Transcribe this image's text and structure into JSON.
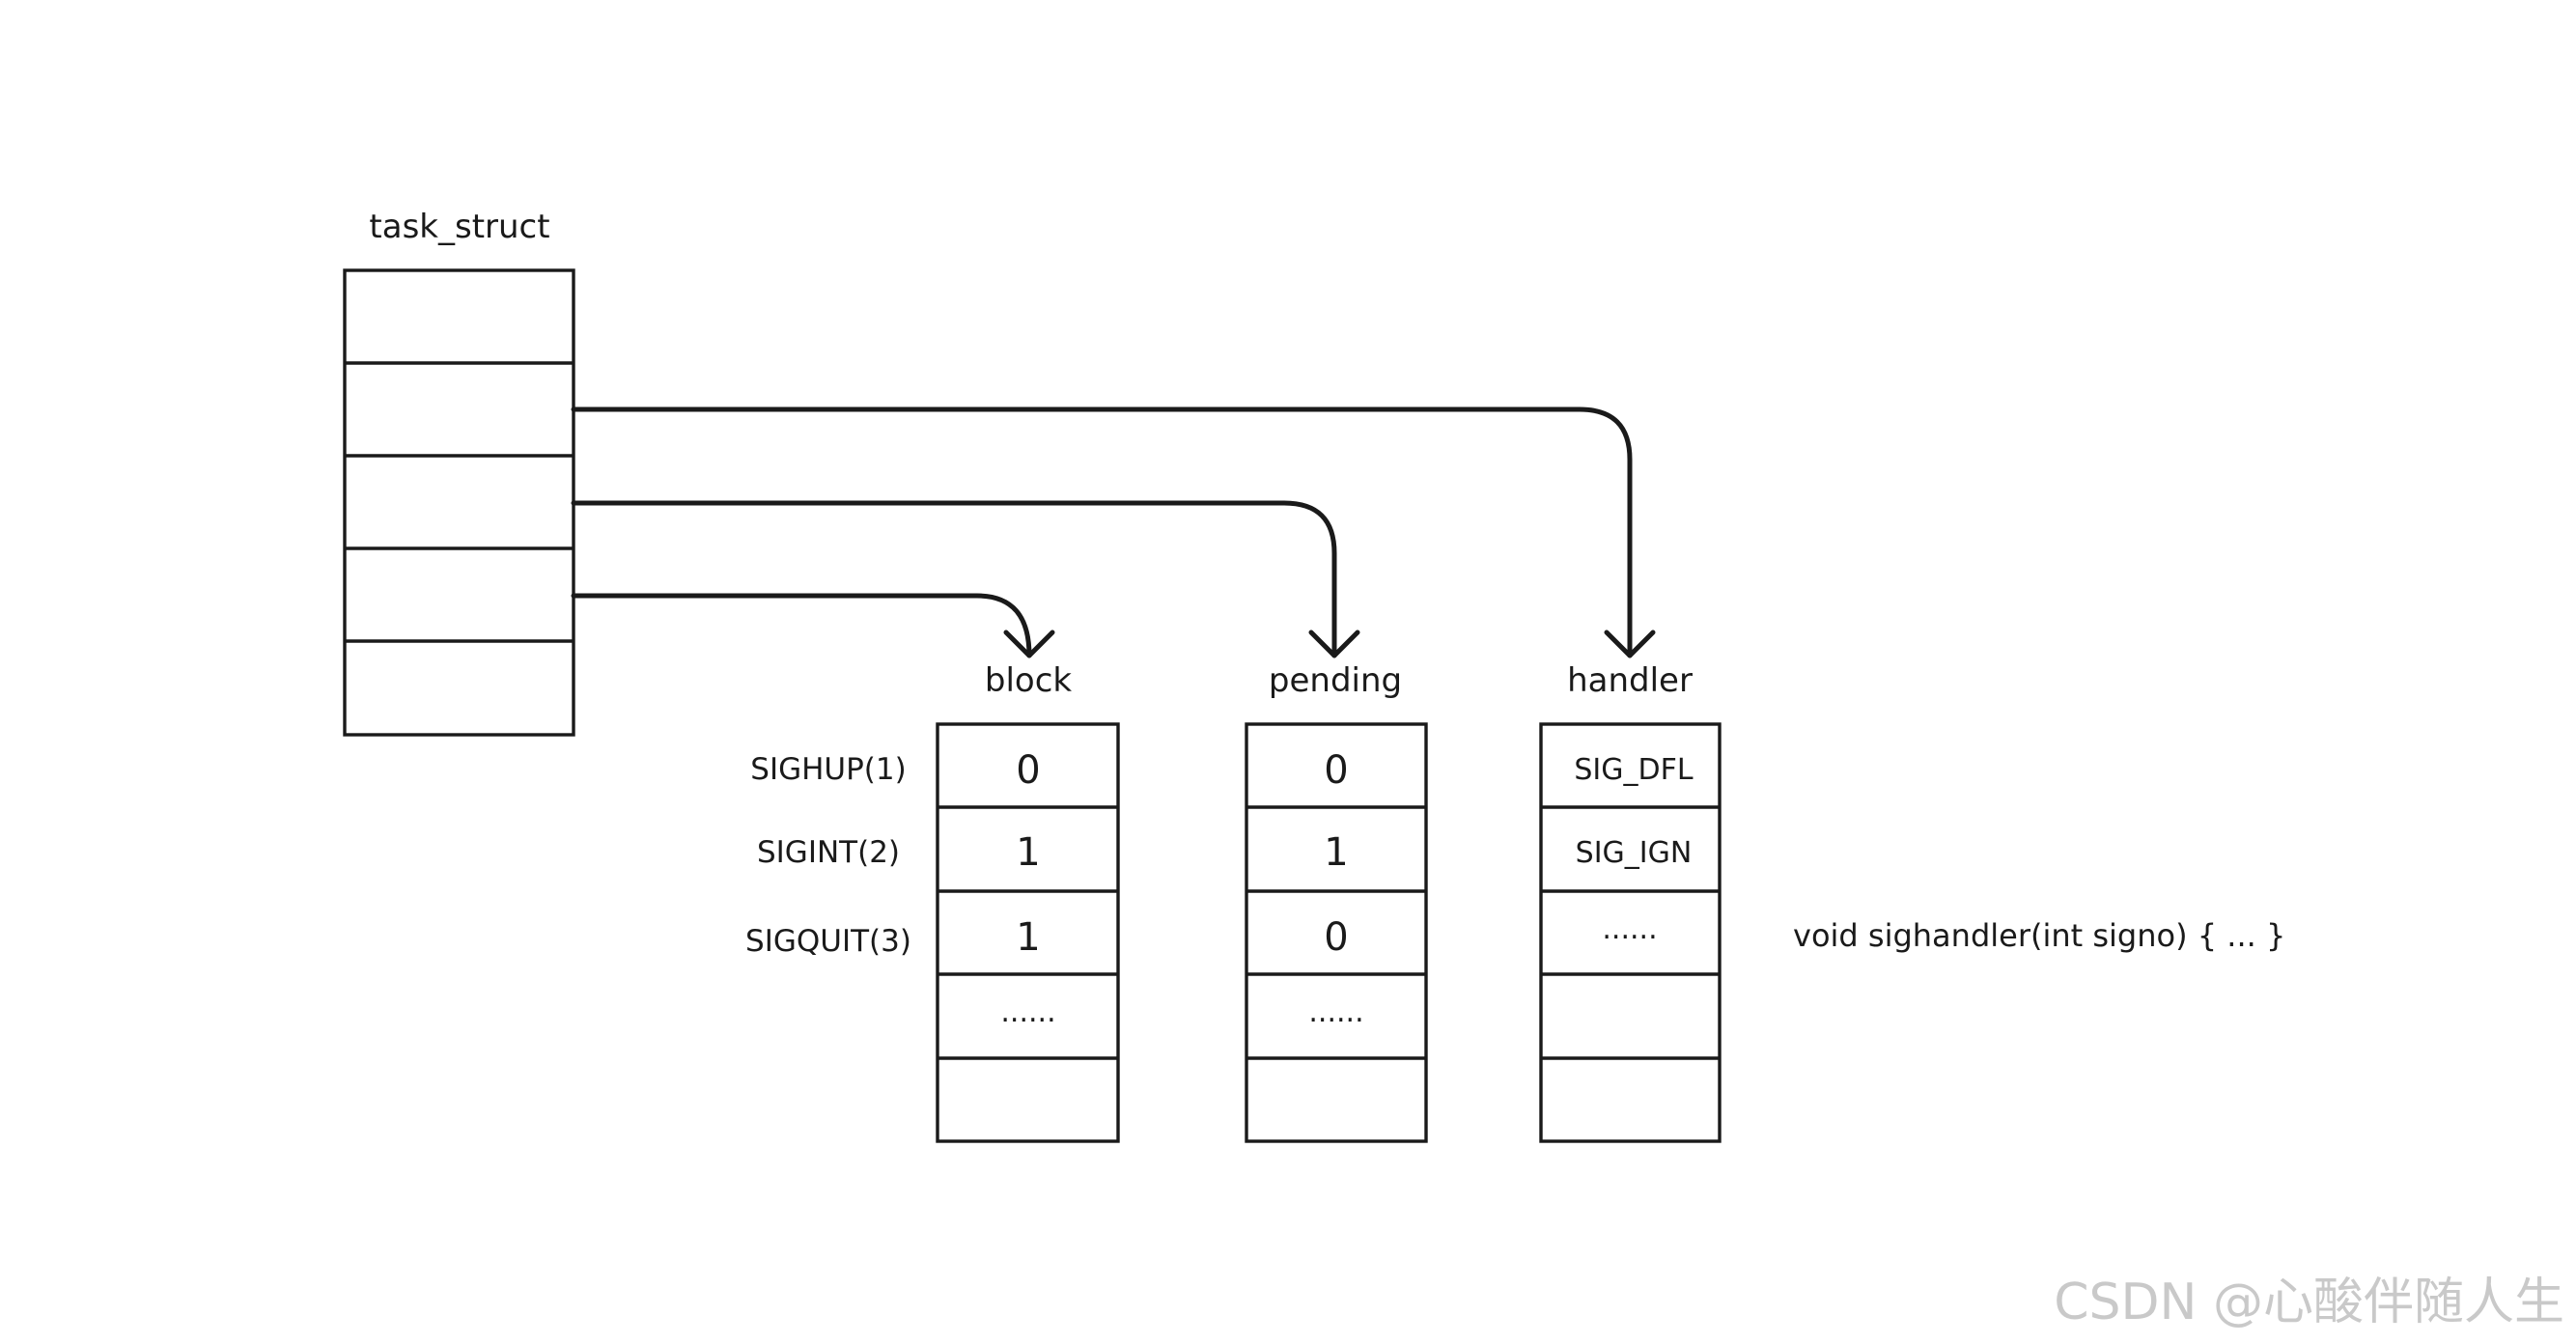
{
  "task_struct": {
    "label": "task_struct"
  },
  "tables": {
    "block": {
      "title": "block",
      "cells": [
        "0",
        "1",
        "1",
        "......",
        ""
      ]
    },
    "pending": {
      "title": "pending",
      "cells": [
        "0",
        "1",
        "0",
        "......",
        ""
      ]
    },
    "handler": {
      "title": "handler",
      "cells": [
        "SIG_DFL",
        "SIG_IGN",
        "......",
        "",
        ""
      ]
    }
  },
  "signals": [
    "SIGHUP(1)",
    "SIGINT(2)",
    "SIGQUIT(3)"
  ],
  "handler_note": "void sighandler(int signo) { ... }",
  "watermark": "CSDN @心酸伴随人生"
}
